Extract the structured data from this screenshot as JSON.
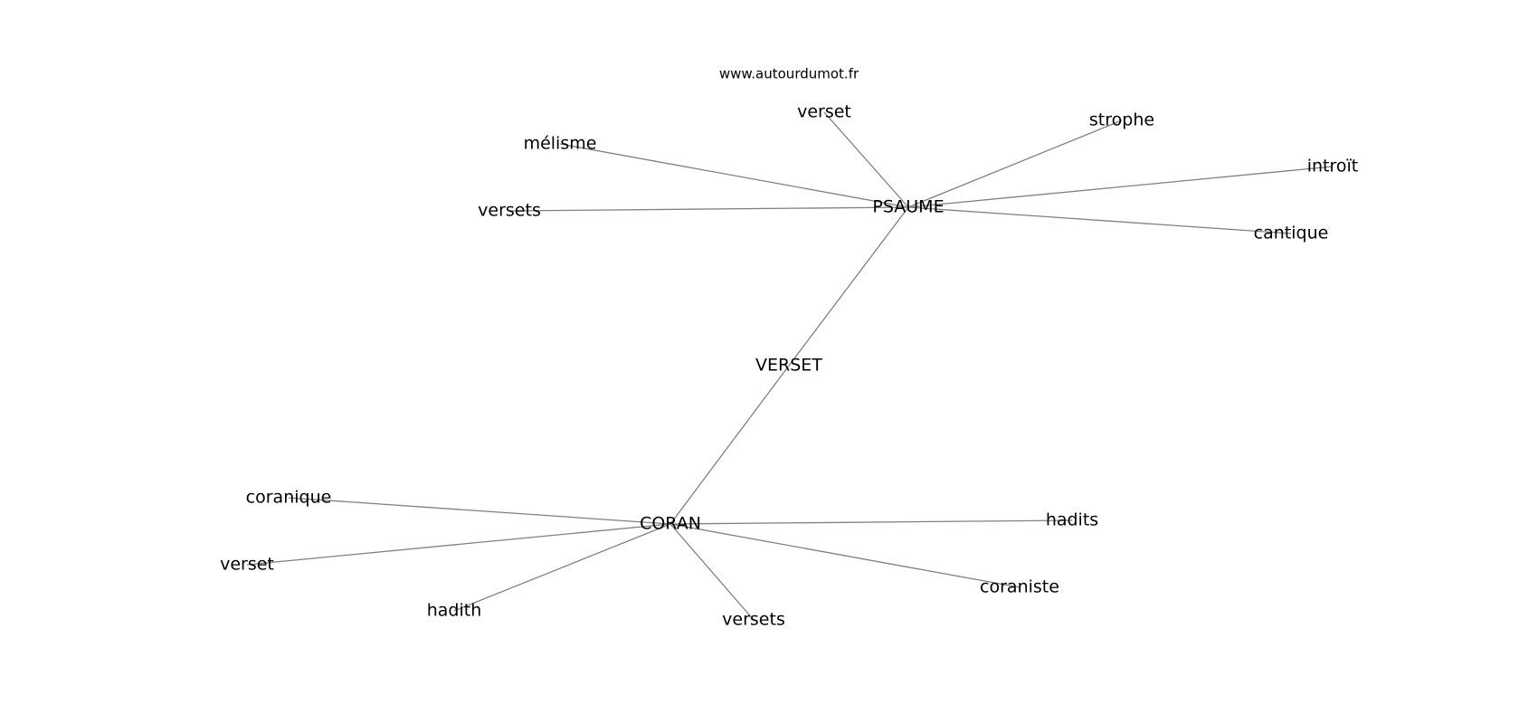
{
  "credit": "www.autourdumot.fr",
  "nodes": [
    {
      "id": "verset_root",
      "label": "VERSET",
      "hub": true
    },
    {
      "id": "psaume",
      "label": "PSAUME",
      "hub": true
    },
    {
      "id": "coran",
      "label": "CORAN",
      "hub": true
    },
    {
      "id": "p_verset",
      "label": "verset"
    },
    {
      "id": "p_strophe",
      "label": "strophe"
    },
    {
      "id": "p_melisme",
      "label": "mélisme"
    },
    {
      "id": "p_introit",
      "label": "introït"
    },
    {
      "id": "p_versets",
      "label": "versets"
    },
    {
      "id": "p_cantique",
      "label": "cantique"
    },
    {
      "id": "c_coranique",
      "label": "coranique"
    },
    {
      "id": "c_verset",
      "label": "verset"
    },
    {
      "id": "c_hadith",
      "label": "hadith"
    },
    {
      "id": "c_versets",
      "label": "versets"
    },
    {
      "id": "c_coraniste",
      "label": "coraniste"
    },
    {
      "id": "c_hadits",
      "label": "hadits"
    }
  ],
  "edges": [
    [
      "verset_root",
      "psaume"
    ],
    [
      "verset_root",
      "coran"
    ],
    [
      "psaume",
      "p_verset"
    ],
    [
      "psaume",
      "p_strophe"
    ],
    [
      "psaume",
      "p_melisme"
    ],
    [
      "psaume",
      "p_introit"
    ],
    [
      "psaume",
      "p_versets"
    ],
    [
      "psaume",
      "p_cantique"
    ],
    [
      "coran",
      "c_coranique"
    ],
    [
      "coran",
      "c_verset"
    ],
    [
      "coran",
      "c_hadith"
    ],
    [
      "coran",
      "c_versets"
    ],
    [
      "coran",
      "c_coraniste"
    ],
    [
      "coran",
      "c_hadits"
    ]
  ]
}
